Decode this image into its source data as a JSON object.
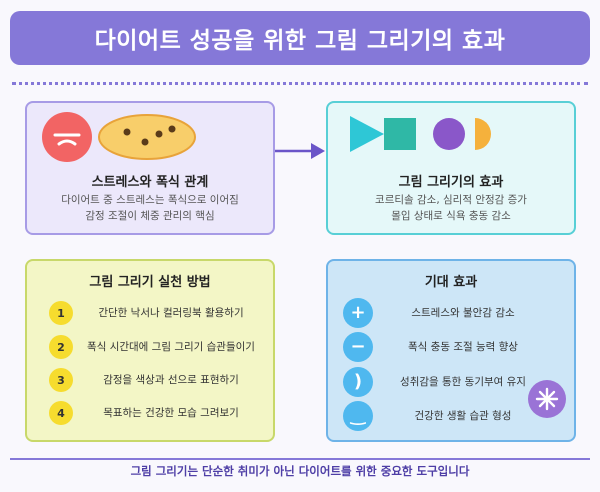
{
  "title": "다이어트 성공을 위한 그림 그리기의 효과",
  "stress_panel": {
    "heading": "스트레스와 폭식 관계",
    "desc_line1": "다이어트 중 스트레스는 폭식으로 이어짐",
    "desc_line2": "감정 조절이 체중 관리의 핵심"
  },
  "effect_panel": {
    "heading": "그림 그리기의 효과",
    "desc_line1": "코르티솔 감소, 심리적 안정감 증가",
    "desc_line2": "몰입 상태로 식욕 충동 감소"
  },
  "method_panel": {
    "heading": "그림 그리기 실천 방법",
    "steps": [
      {
        "num": "1",
        "text": "간단한 낙서나 컬러링북 활용하기"
      },
      {
        "num": "2",
        "text": "폭식 시간대에 그림 그리기 습관들이기"
      },
      {
        "num": "3",
        "text": "감정을 색상과 선으로 표현하기"
      },
      {
        "num": "4",
        "text": "목표하는 건강한 모습 그려보기"
      }
    ]
  },
  "expect_panel": {
    "heading": "기대 효과",
    "items": [
      {
        "icon": "plus-icon",
        "glyph": "+",
        "text": "스트레스와 불안감 감소"
      },
      {
        "icon": "minus-icon",
        "glyph": "−",
        "text": "폭식 충동 조절 능력 향상"
      },
      {
        "icon": "paren-icon",
        "glyph": ")",
        "text": "성취감을 통한 동기부여 유지"
      },
      {
        "icon": "smile-curve-icon",
        "glyph": "‿",
        "text": "건강한 생활 습관 형성"
      }
    ]
  },
  "footer": "그림 그리기는 단순한 취미가 아닌 다이어트를 위한 중요한 도구입니다",
  "colors": {
    "accent": "#8578d8",
    "stress_bg": "#ece8fb",
    "effect_bg": "#e5f8f9",
    "method_bg": "#f3f6c6",
    "expect_bg": "#cde6f7",
    "step_badge": "#f6dc2e",
    "expect_icon": "#4fb8ef"
  }
}
